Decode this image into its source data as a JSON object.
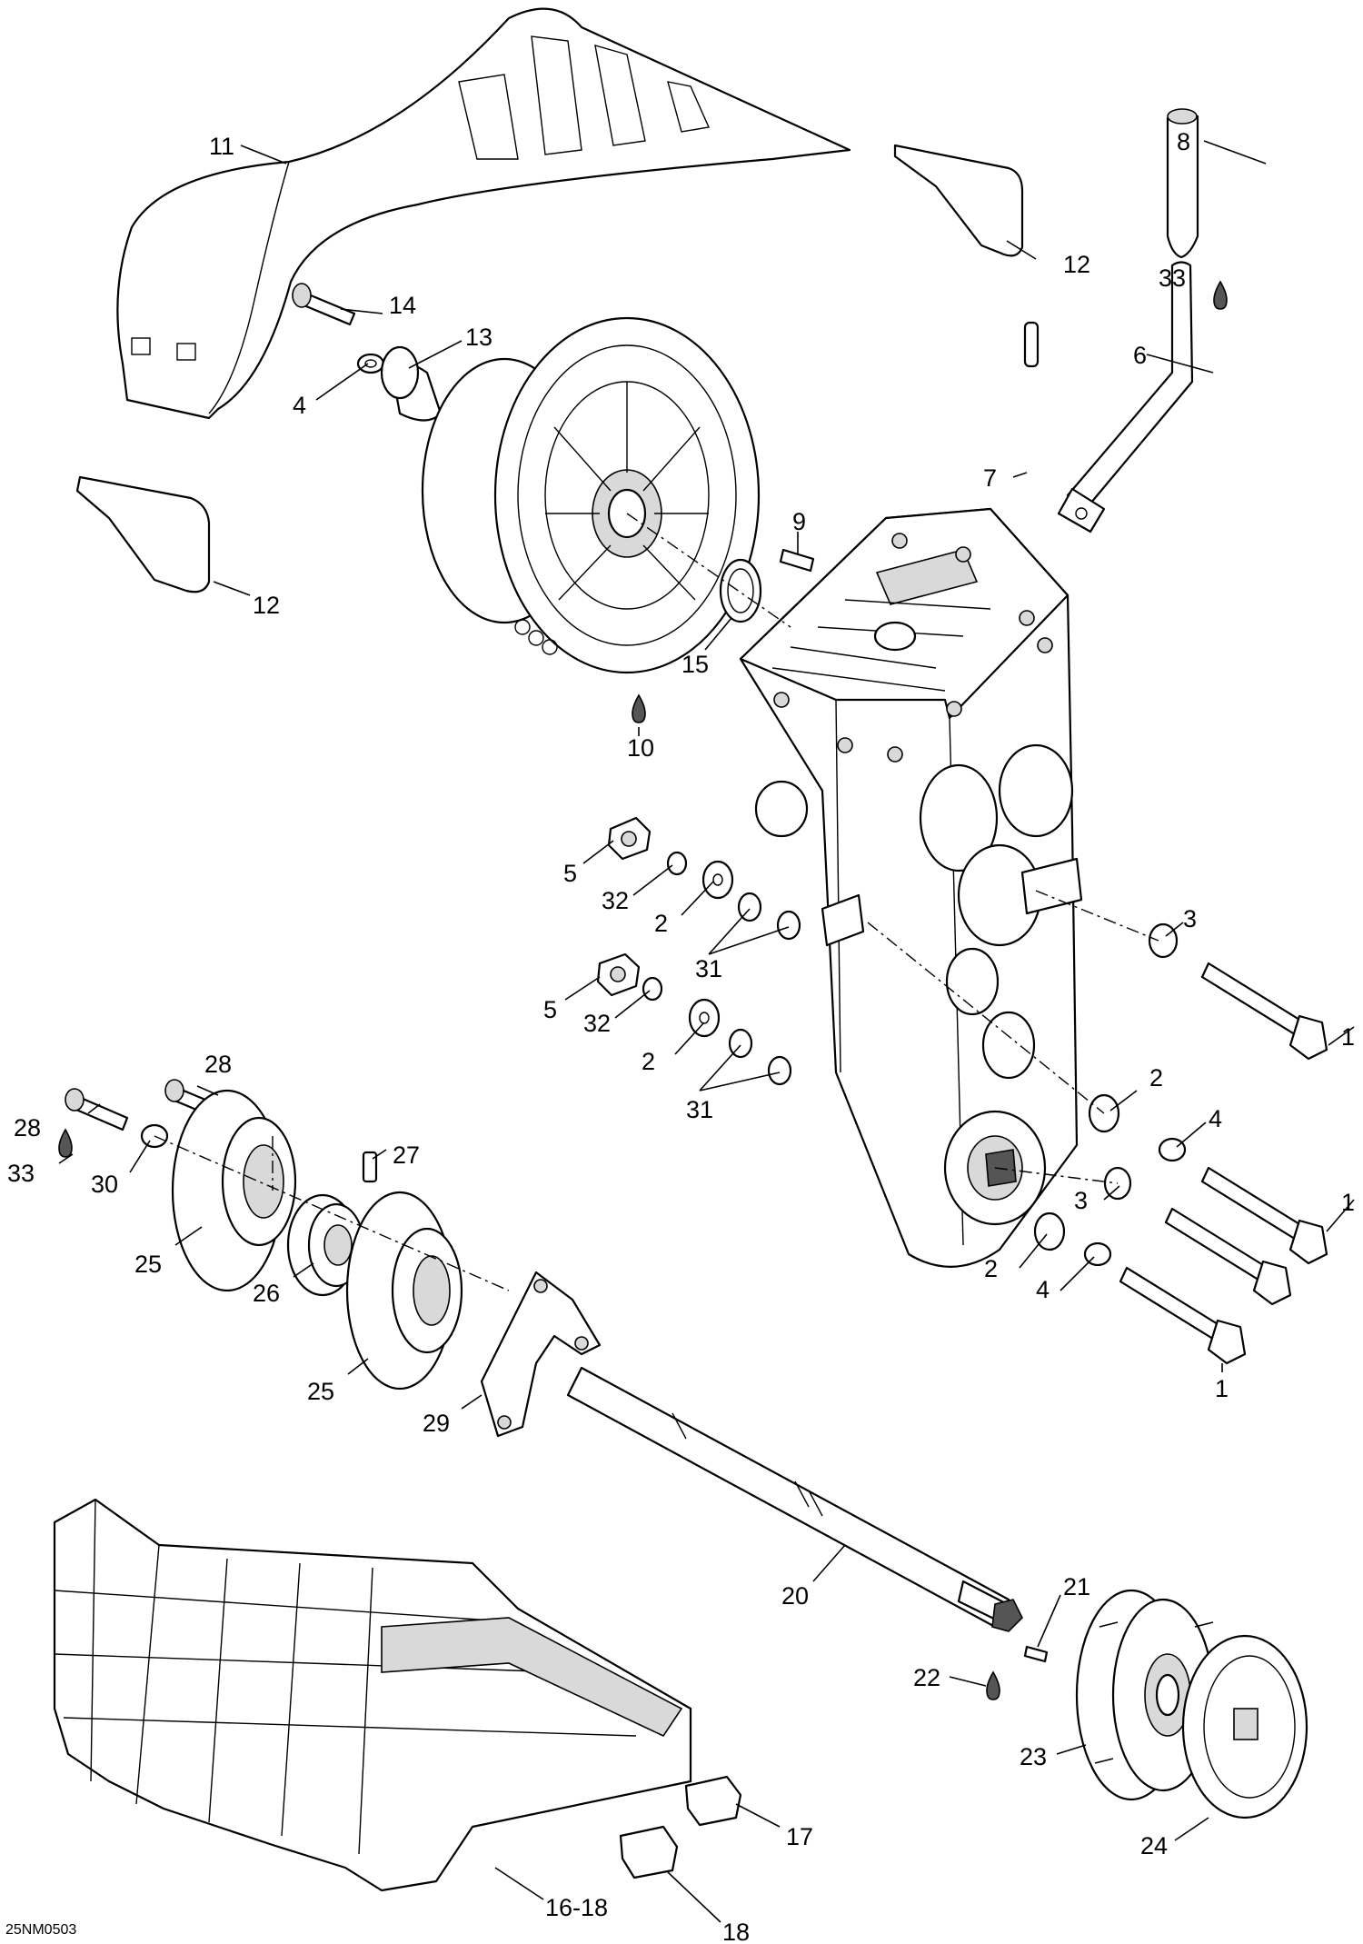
{
  "diagram": {
    "image_code": "25NM0503",
    "callouts": [
      {
        "id": "c11a",
        "text": "11"
      },
      {
        "id": "c12a",
        "text": "12"
      },
      {
        "id": "c12b",
        "text": "12"
      },
      {
        "id": "c8",
        "text": "8"
      },
      {
        "id": "c33a",
        "text": "33"
      },
      {
        "id": "c6",
        "text": "6"
      },
      {
        "id": "c14",
        "text": "14"
      },
      {
        "id": "c13",
        "text": "13"
      },
      {
        "id": "c4a",
        "text": "4"
      },
      {
        "id": "c7",
        "text": "7"
      },
      {
        "id": "c9",
        "text": "9"
      },
      {
        "id": "c15",
        "text": "15"
      },
      {
        "id": "c10",
        "text": "10"
      },
      {
        "id": "c5a",
        "text": "5"
      },
      {
        "id": "c32a",
        "text": "32"
      },
      {
        "id": "c2a",
        "text": "2"
      },
      {
        "id": "c31a",
        "text": "31"
      },
      {
        "id": "c3a",
        "text": "3"
      },
      {
        "id": "c1a",
        "text": "1"
      },
      {
        "id": "c5b",
        "text": "5"
      },
      {
        "id": "c32b",
        "text": "32"
      },
      {
        "id": "c2b",
        "text": "2"
      },
      {
        "id": "c31b",
        "text": "31"
      },
      {
        "id": "c2c",
        "text": "2"
      },
      {
        "id": "c4b",
        "text": "4"
      },
      {
        "id": "c1b",
        "text": "1"
      },
      {
        "id": "c3b",
        "text": "3"
      },
      {
        "id": "c2d",
        "text": "2"
      },
      {
        "id": "c4c",
        "text": "4"
      },
      {
        "id": "c1c",
        "text": "1"
      },
      {
        "id": "c28a",
        "text": "28"
      },
      {
        "id": "c28b",
        "text": "28"
      },
      {
        "id": "c33b",
        "text": "33"
      },
      {
        "id": "c30",
        "text": "30"
      },
      {
        "id": "c27",
        "text": "27"
      },
      {
        "id": "c25a",
        "text": "25"
      },
      {
        "id": "c26",
        "text": "26"
      },
      {
        "id": "c25b",
        "text": "25"
      },
      {
        "id": "c29",
        "text": "29"
      },
      {
        "id": "c20",
        "text": "20"
      },
      {
        "id": "c21",
        "text": "21"
      },
      {
        "id": "c22",
        "text": "22"
      },
      {
        "id": "c23",
        "text": "23"
      },
      {
        "id": "c24",
        "text": "24"
      },
      {
        "id": "c17",
        "text": "17"
      },
      {
        "id": "c16_18",
        "text": "16-18"
      },
      {
        "id": "c18",
        "text": "18"
      }
    ]
  }
}
